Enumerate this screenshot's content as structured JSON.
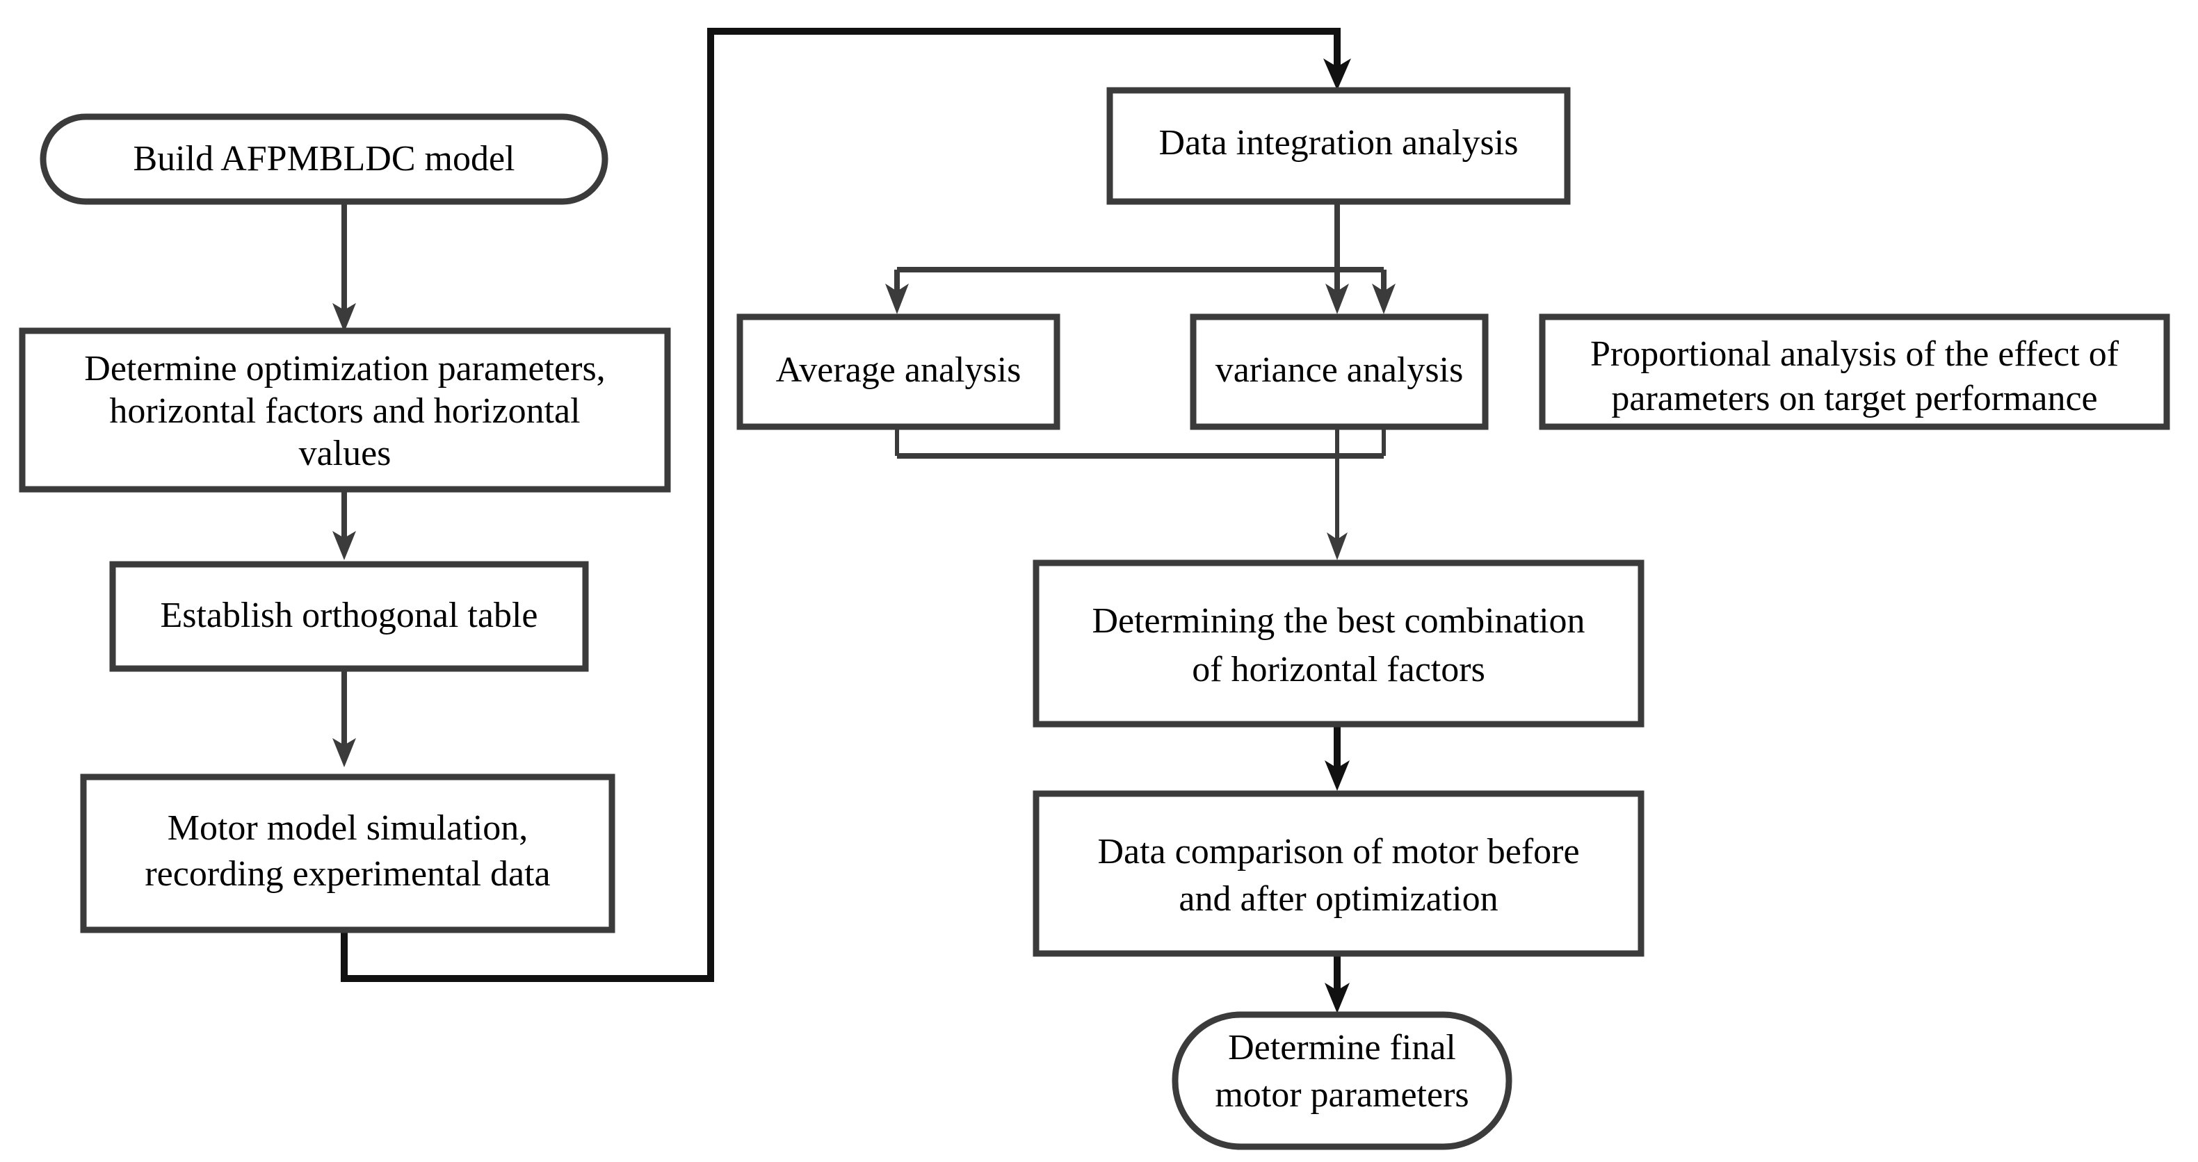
{
  "diagram": {
    "title": "AFPMBLDC motor optimization flowchart",
    "colors": {
      "stroke": "#3b3b3b",
      "stroke_dark": "#111111",
      "fill": "#ffffff",
      "text": "#000000"
    },
    "nodes": [
      {
        "id": "build-model",
        "shape": "terminator",
        "lines": [
          "Build AFPMBLDC model"
        ]
      },
      {
        "id": "determine-params",
        "shape": "process",
        "lines": [
          "Determine optimization parameters,",
          "horizontal factors and horizontal",
          "values"
        ]
      },
      {
        "id": "orthogonal-table",
        "shape": "process",
        "lines": [
          "Establish orthogonal table"
        ]
      },
      {
        "id": "motor-simulation",
        "shape": "process",
        "lines": [
          "Motor model simulation,",
          "recording experimental data"
        ]
      },
      {
        "id": "data-integration",
        "shape": "process",
        "lines": [
          "Data integration analysis"
        ]
      },
      {
        "id": "average-analysis",
        "shape": "process",
        "lines": [
          "Average analysis"
        ]
      },
      {
        "id": "variance-analysis",
        "shape": "process",
        "lines": [
          "variance analysis"
        ]
      },
      {
        "id": "proportional-analysis",
        "shape": "process",
        "lines": [
          "Proportional analysis of the effect of",
          "parameters on target performance"
        ]
      },
      {
        "id": "best-combination",
        "shape": "process",
        "lines": [
          "Determining the best combination",
          "of horizontal factors"
        ]
      },
      {
        "id": "data-comparison",
        "shape": "process",
        "lines": [
          "Data comparison of motor before",
          "and after optimization"
        ]
      },
      {
        "id": "final-parameters",
        "shape": "terminator",
        "lines": [
          "Determine final",
          "motor parameters"
        ]
      }
    ]
  },
  "labels": {
    "build_model_l1": "Build AFPMBLDC model",
    "determine_params_l1": "Determine optimization parameters,",
    "determine_params_l2": "horizontal factors and horizontal",
    "determine_params_l3": "values",
    "orthogonal_table_l1": "Establish orthogonal table",
    "motor_simulation_l1": "Motor model simulation,",
    "motor_simulation_l2": "recording experimental data",
    "data_integration_l1": "Data integration analysis",
    "average_analysis_l1": "Average analysis",
    "variance_analysis_l1": "variance analysis",
    "proportional_analysis_l1": "Proportional analysis of the effect of",
    "proportional_analysis_l2": "parameters on target performance",
    "best_combination_l1": "Determining the best combination",
    "best_combination_l2": "of horizontal factors",
    "data_comparison_l1": "Data comparison of motor before",
    "data_comparison_l2": "and after optimization",
    "final_parameters_l1": "Determine final",
    "final_parameters_l2": "motor parameters"
  }
}
